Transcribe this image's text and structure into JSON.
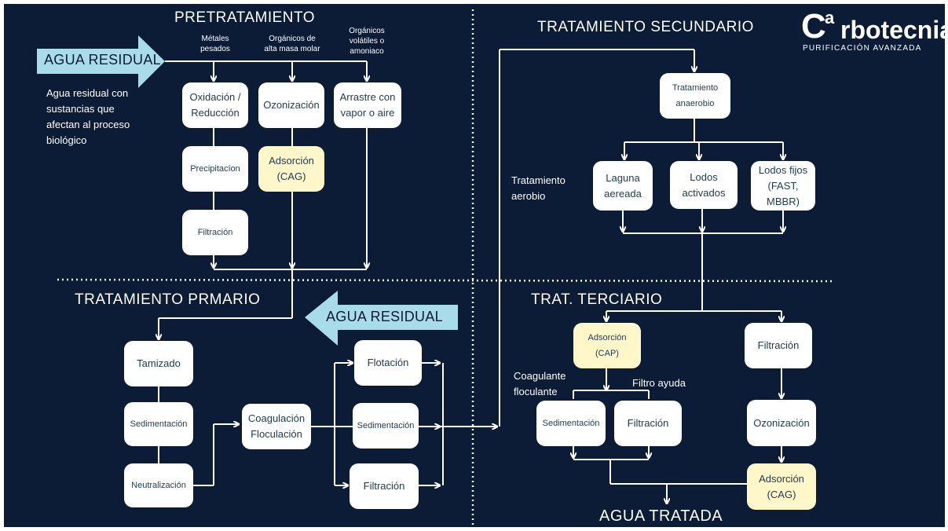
{
  "logo": {
    "mark": "C",
    "superscript": "a",
    "word": "rbotecnia",
    "tagline": "PURIFICACIÓN AVANZADA"
  },
  "sections": {
    "pretratamiento": "PRETRATAMIENTO",
    "primario": "TRATAMIENTO PRMARIO",
    "secundario": "TRATAMIENTO SECUNDARIO",
    "terciario": "TRAT. TERCIARIO",
    "salida": "AGUA TRATADA"
  },
  "arrows": {
    "entrada": "AGUA RESIDUAL",
    "primario": "AGUA RESIDUAL"
  },
  "annotations": {
    "agua_residual_desc": "Agua residual con\nsustancias que\nafectan al proceso\nbiológico",
    "metales": "Métales\npesados",
    "organicos_alta": "Orgánicos de\nalta masa molar",
    "organicos_volatiles": "Orgánicos\nvolátiles o\namoniaco",
    "tratamiento_aerobio": "Tratamiento\naerobio",
    "coagulante": "Coagulante\nfloculante",
    "filtro_ayuda": "Filtro ayuda"
  },
  "boxes": {
    "oxidacion": "Oxidación /\nReducción",
    "ozonizacion_pre": "Ozonización",
    "arrastre": "Arrastre con\nvapor o aire",
    "precipitacion": "Precipitacíon",
    "adsorcion_cag_pre": "Adsorción\n(CAG)",
    "filtracion_pre": "Filtración",
    "tamizado": "Tamizado",
    "sedimentacion_prim": "Sedimentación",
    "neutralizacion": "Neutralización",
    "coagulacion": "Coagulación\nFloculación",
    "flotacion": "Flotación",
    "sedimentacion_prim2": "Sedimentación",
    "filtracion_prim": "Filtración",
    "anaerobio": "Tratamiento\nanaerobio",
    "laguna": "Laguna\naereada",
    "lodos_activados": "Lodos\nactivados",
    "lodos_fijos": "Lodos fijos\n(FAST,\nMBBR)",
    "adsorcion_cap": "Adsorción\n(CAP)",
    "filtracion_ter1": "Filtración",
    "sedimentacion_ter": "Sedimentación",
    "filtracion_ter2": "Filtración",
    "ozonizacion_ter": "Ozonización",
    "adsorcion_cag_ter": "Adsorción\n(CAG)"
  },
  "colors": {
    "background": "#0c1c36",
    "box": "#ffffff",
    "highlight_box": "#fff6c9",
    "arrow": "#a9dceb",
    "text_dark": "#1d3b4f"
  }
}
